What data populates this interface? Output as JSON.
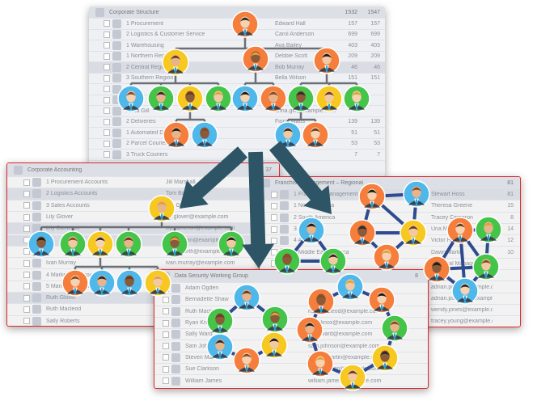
{
  "panels": {
    "org": {
      "title": "Corporate Structure",
      "rows": [
        {
          "label": "1  Procurement",
          "name": "Edward Hall",
          "n1": "157",
          "n2": "157"
        },
        {
          "label": "2  Logistics & Customer Service",
          "name": "Carol Anderson",
          "n1": "699",
          "n2": "699"
        },
        {
          "label": "1  Warehousing",
          "name": "Ava Bailey",
          "n1": "403",
          "n2": "403"
        },
        {
          "label": "1  Northern Region",
          "name": "Debbie Scott",
          "n1": "209",
          "n2": "209"
        },
        {
          "label": "2  Central Region",
          "name": "Bob Murray",
          "n1": "46",
          "n2": "46",
          "sel": true
        },
        {
          "label": "3  Southern Region",
          "name": "Bella Wilson",
          "n1": "151",
          "n2": "151"
        },
        {
          "label": "",
          "name": "",
          "n1": "",
          "n2": ""
        },
        {
          "label": "",
          "name": "",
          "n1": "",
          "n2": ""
        },
        {
          "label": "Anna Gill",
          "name": "anna.gill@example.com",
          "n1": "",
          "n2": ""
        },
        {
          "label": "2  Deliveries",
          "name": "Fiona Watts",
          "n1": "139",
          "n2": "139"
        },
        {
          "label": "1  Automated Deliveries",
          "name": "",
          "n1": "51",
          "n2": "51"
        },
        {
          "label": "2  Parcel Couriers",
          "name": "",
          "n1": "53",
          "n2": "53"
        },
        {
          "label": "3  Truck Couriers",
          "name": "",
          "n1": "7",
          "n2": "7"
        }
      ],
      "head_n1": "1532",
      "head_n2": "1547"
    },
    "accounting": {
      "title": "Corporate Accounting",
      "count": "37",
      "rows": [
        {
          "label": "1  Procurement Accounts",
          "name": "Jill Marshall"
        },
        {
          "label": "2  Logistics Accounts",
          "name": "Tom Baker",
          "sel": true
        },
        {
          "label": "3  Sales Accounts",
          "name": "Lily Glover"
        },
        {
          "label": "Lily Glover",
          "name": "lily.glover@example.com"
        },
        {
          "label": "Lily Cameron",
          "name": "lily.cameron@example.com",
          "sel": true
        },
        {
          "label": "",
          "name": "lily.morgan@example.com",
          "sel": true
        },
        {
          "label": "",
          "name": "isaac.north@example.com"
        },
        {
          "label": "Ivan Murray",
          "name": "ivan.murray@example.com"
        },
        {
          "label": "4  Marketing Accounts",
          "name": ""
        },
        {
          "label": "5  Management Accounts",
          "name": ""
        },
        {
          "label": "Ruth Glover",
          "name": "",
          "sel": true
        },
        {
          "label": "Ruth Macleod",
          "name": ""
        },
        {
          "label": "Sally Roberts",
          "name": ""
        }
      ]
    },
    "franchise": {
      "title": "Franchise Management – Regional",
      "count": "81",
      "rows": [
        {
          "label": "1  Franchise Management Global",
          "name": "Stewart Hoss",
          "n": "81",
          "sel": true
        },
        {
          "label": "1  North America",
          "name": "Theresa Greene",
          "n": "15"
        },
        {
          "label": "2  South America",
          "name": "Tracey Cameron",
          "n": "8"
        },
        {
          "label": "3  Europe",
          "name": "Una Mackay",
          "n": "14"
        },
        {
          "label": "4  Australia",
          "name": "Victor Hart",
          "n": "12"
        },
        {
          "label": "5  Middle East & Africa",
          "name": "Dawn Martin",
          "n": "10"
        },
        {
          "label": "",
          "name": "Regional Manager",
          "n": ""
        },
        {
          "label": "",
          "name": "",
          "n": ""
        },
        {
          "label": "",
          "name": "adrian.poole@example.com",
          "n": ""
        },
        {
          "label": "",
          "name": "adrian.pullman@example.com",
          "n": ""
        },
        {
          "label": "",
          "name": "wendy.jones@example.com",
          "n": ""
        },
        {
          "label": "",
          "name": "tracey.young@example.com",
          "n": ""
        }
      ]
    },
    "security": {
      "title": "Data Security Working Group",
      "count": "8",
      "rows": [
        {
          "label": "Adam Ogden",
          "name": ""
        },
        {
          "label": "Bernadette Shaw",
          "name": ""
        },
        {
          "label": "Ruth Macleod",
          "name": "ruth.macleod@example.com"
        },
        {
          "label": "Ryan Knox",
          "name": "ryan.knox@example.com"
        },
        {
          "label": "Sally Ward",
          "name": "sally.ward@example.com"
        },
        {
          "label": "Sam Johnson",
          "name": "sam.johnson@example.com"
        },
        {
          "label": "Steven Martin",
          "name": "steven.martin@example.com"
        },
        {
          "label": "Sue Clarkson",
          "name": "sue.clarkson@example.com"
        },
        {
          "label": "William James",
          "name": "william.james@example.com"
        }
      ]
    }
  },
  "colors": {
    "blue": "#4fb8ea",
    "green": "#45c44a",
    "yellow": "#f7c81f",
    "orange": "#f57e3c",
    "link_tree": "#6b6e73",
    "link_net": "#2f4b8f",
    "arrow": "#2d5566",
    "frame": "#e0262b"
  }
}
